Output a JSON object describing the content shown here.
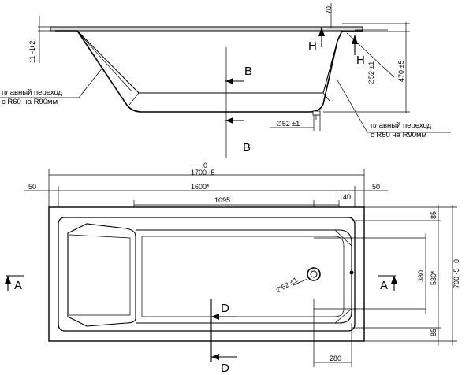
{
  "side_view": {
    "note_left_line1": "плавный переход",
    "note_left_line2": "с R60 на R90мм",
    "note_right_line1": "плавный переход",
    "note_right_line2": "с R60 на R90мм",
    "section_B_top": "B",
    "section_B_bottom": "B",
    "dim_lip_top": "+2",
    "dim_lip_bottom": "11 -1",
    "dim_70": "70",
    "dim_height": "470 ±5",
    "dim_drain_side": "∅52 ±1",
    "dim_drain_bottom": "∅52 ±1",
    "marker_h1": "H",
    "marker_h2": "H"
  },
  "top_view": {
    "dim_zero_top": "0",
    "dim_total_length": "1700 -5",
    "dim_left_margin": "50",
    "dim_inner_length": "1600*",
    "dim_right_margin": "50",
    "dim_1095": "1095",
    "dim_140": "140",
    "dim_85_top": "85",
    "dim_85_bottom": "85",
    "dim_380": "380",
    "dim_530": "530*",
    "dim_zero_right": "0",
    "dim_total_width": "700 -5",
    "dim_280": "280",
    "dim_drain": "∅52 ±1",
    "section_A_left": "A",
    "section_A_right": "A",
    "section_D_top": "D",
    "section_D_bottom": "D"
  }
}
